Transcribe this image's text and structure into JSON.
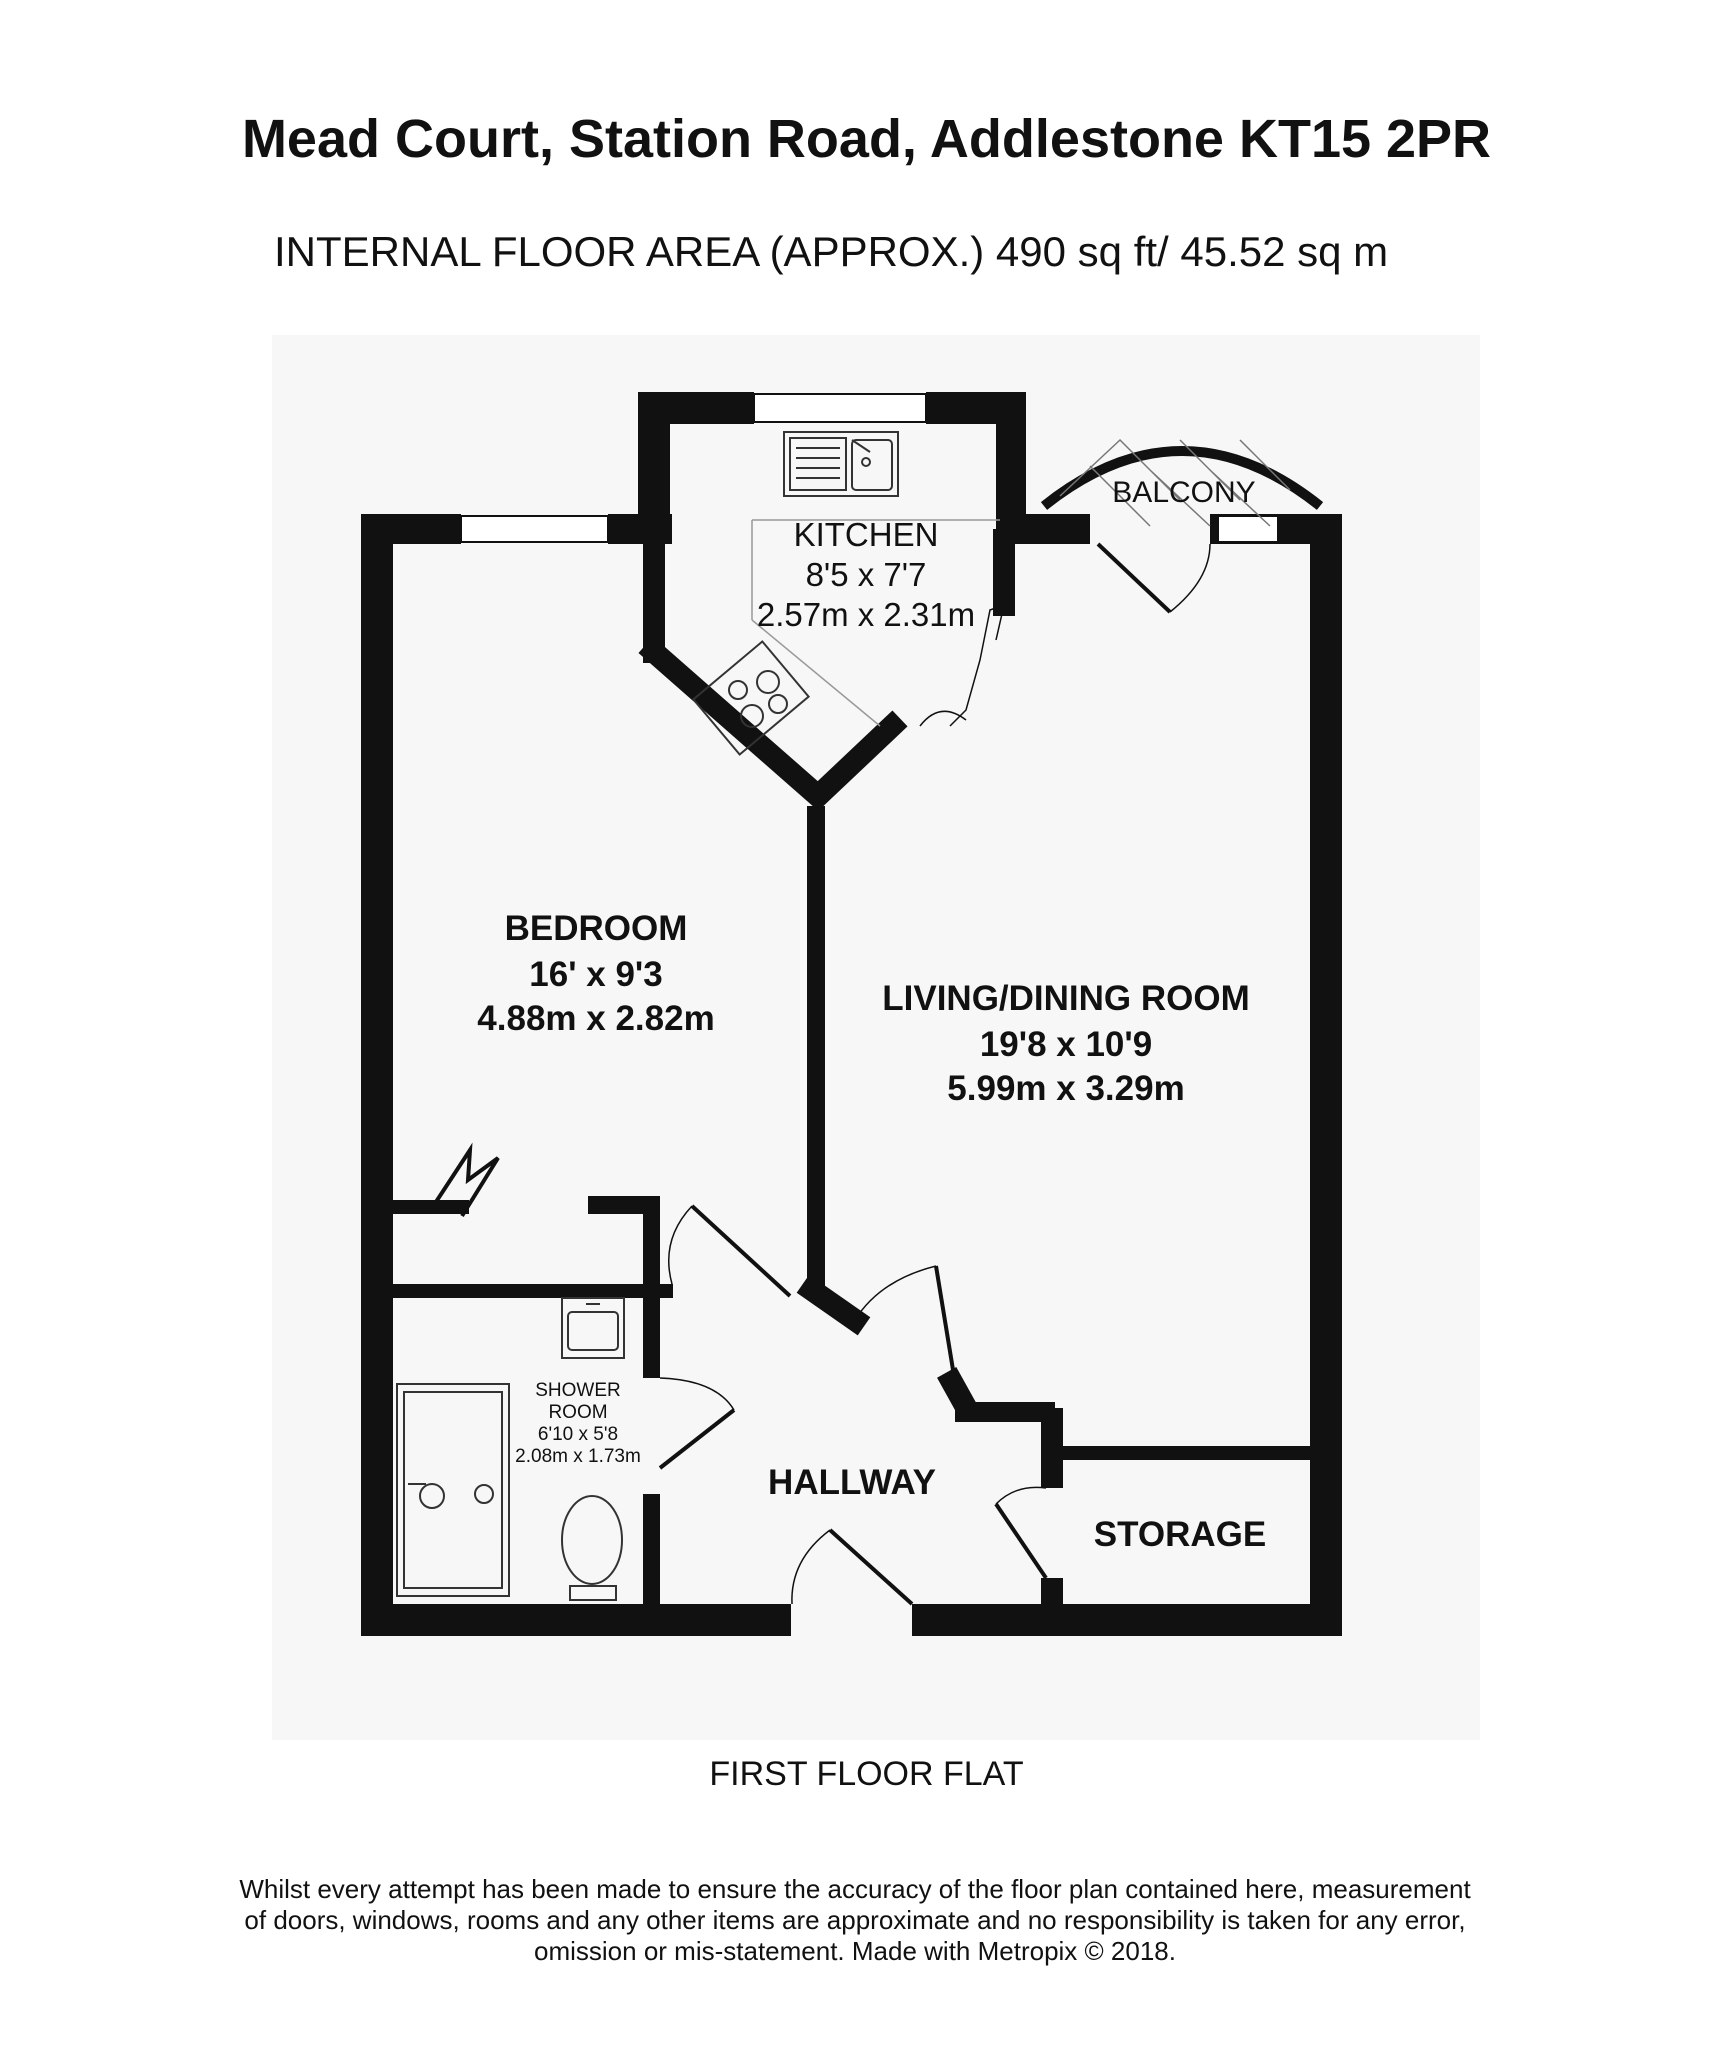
{
  "header": {
    "title": "Mead Court, Station Road, Addlestone KT15 2PR",
    "floor_area": "INTERNAL FLOOR AREA (APPROX.) 490 sq ft/ 45.52 sq m"
  },
  "rooms": {
    "kitchen": {
      "name": "KITCHEN",
      "imperial": "8'5 x 7'7",
      "metric": "2.57m x 2.31m"
    },
    "balcony": {
      "name": "BALCONY"
    },
    "bedroom": {
      "name": "BEDROOM",
      "imperial": "16' x 9'3",
      "metric": "4.88m x 2.82m"
    },
    "living": {
      "name": "LIVING/DINING ROOM",
      "imperial": "19'8 x 10'9",
      "metric": "5.99m x 3.29m"
    },
    "shower": {
      "name_line1": "SHOWER",
      "name_line2": "ROOM",
      "imperial": "6'10 x 5'8",
      "metric": "2.08m x 1.73m"
    },
    "hallway": {
      "name": "HALLWAY"
    },
    "storage": {
      "name": "STORAGE"
    }
  },
  "footer": {
    "floor_label": "FIRST FLOOR FLAT",
    "disclaimer": "Whilst every attempt has been made to ensure the accuracy of the floor plan contained here, measurement of doors, windows, rooms and any other items are approximate and no responsibility is taken for any error, omission or mis-statement. Made with Metropix © 2018."
  },
  "colors": {
    "wall": "#111111",
    "plan_background": "#f7f7f7",
    "fixture": "#333333"
  }
}
